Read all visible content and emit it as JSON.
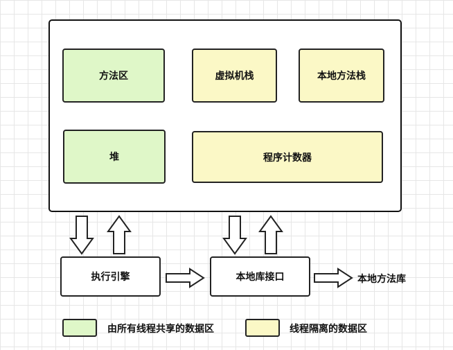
{
  "areas": {
    "method_area": "方法区",
    "vm_stack": "虚拟机栈",
    "native_method_stack": "本地方法栈",
    "heap": "堆",
    "program_counter": "程序计数器"
  },
  "execution_engine": "执行引擎",
  "native_interface": "本地库接口",
  "native_library": "本地方法库",
  "legend": {
    "shared": "由所有线程共享的数据区",
    "isolated": "线程隔离的数据区"
  },
  "colors": {
    "shared": "#dff7c8",
    "isolated": "#fbf8c6",
    "border": "#222222"
  }
}
